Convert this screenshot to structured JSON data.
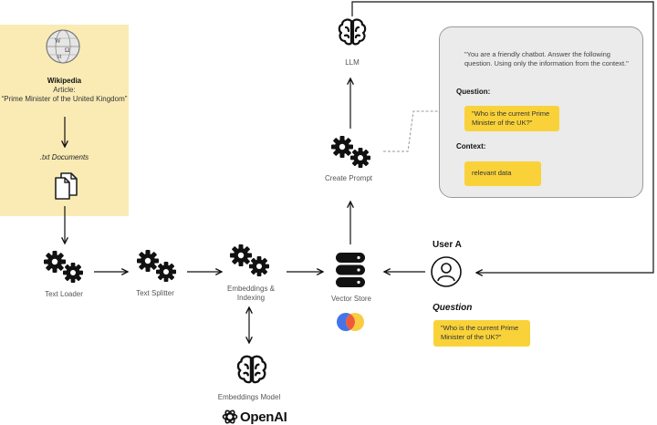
{
  "wikipedia": {
    "title": "Wikipedia",
    "article_label": "Article:",
    "article_name": "“Prime Minister of the United Kingdom”",
    "documents_label": ".txt Documents"
  },
  "nodes": {
    "text_loader": "Text Loader",
    "text_splitter": "Text Splitter",
    "embeddings_indexing_line1": "Embeddings &",
    "embeddings_indexing_line2": "Indexing",
    "embeddings_model": "Embeddings Model",
    "openai": "OpenAI",
    "vector_store": "Vector Store",
    "create_prompt": "Create Prompt",
    "llm": "LLM"
  },
  "prompt_card": {
    "instruction_line1": "\"You are a friendly chatbot. Answer the following",
    "instruction_line2": "question. Using only the information from the context.\"",
    "question_heading": "Question:",
    "question_line1": "\"Who is the current Prime",
    "question_line2": "Minister of the UK?\"",
    "context_heading": "Context:",
    "context_value": "relevant data"
  },
  "user": {
    "label": "User A",
    "question_heading": "Question",
    "question_line1": "\"Who is the current Prime",
    "question_line2": "Minister of the UK?\""
  },
  "colors": {
    "source_panel": "#faebb4",
    "chip": "#f9d23a",
    "card": "#ebebeb",
    "vector_red": "#ef5a3c",
    "vector_blue": "#3b6de8"
  }
}
